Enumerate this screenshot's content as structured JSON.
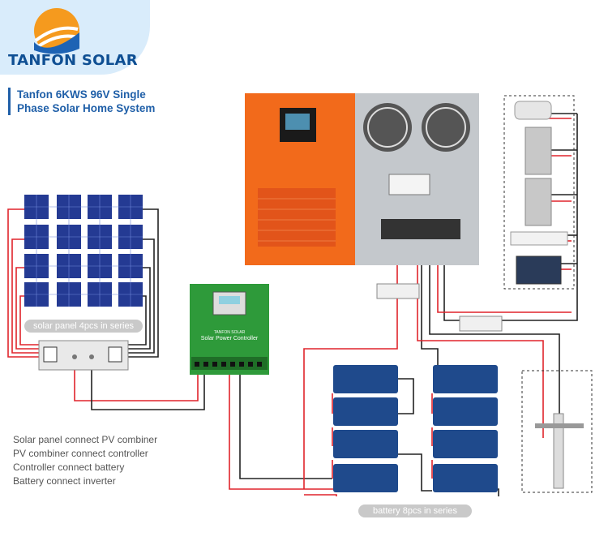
{
  "brand": {
    "name": "TANFON SOLAR"
  },
  "title": {
    "line1": "Tanfon 6KWS 96V Single",
    "line2": "Phase Solar Home System"
  },
  "labels": {
    "solar_panel": "solar panel 4pcs in series",
    "battery": "battery 8pcs in series",
    "controller": "Solar Power Controller",
    "controller_brand": "TANFON SOLAR"
  },
  "steps": [
    "Solar panel connect PV combiner",
    "PV combiner connect controller",
    "Controller connect battery",
    "Battery connect inverter"
  ],
  "colors": {
    "inverter": "#f26a1b",
    "controller": "#2e9a3a",
    "battery": "#1f4a8c",
    "wire_red": "#e0242b",
    "wire_black": "#222222",
    "brand": "#0f4f93"
  }
}
